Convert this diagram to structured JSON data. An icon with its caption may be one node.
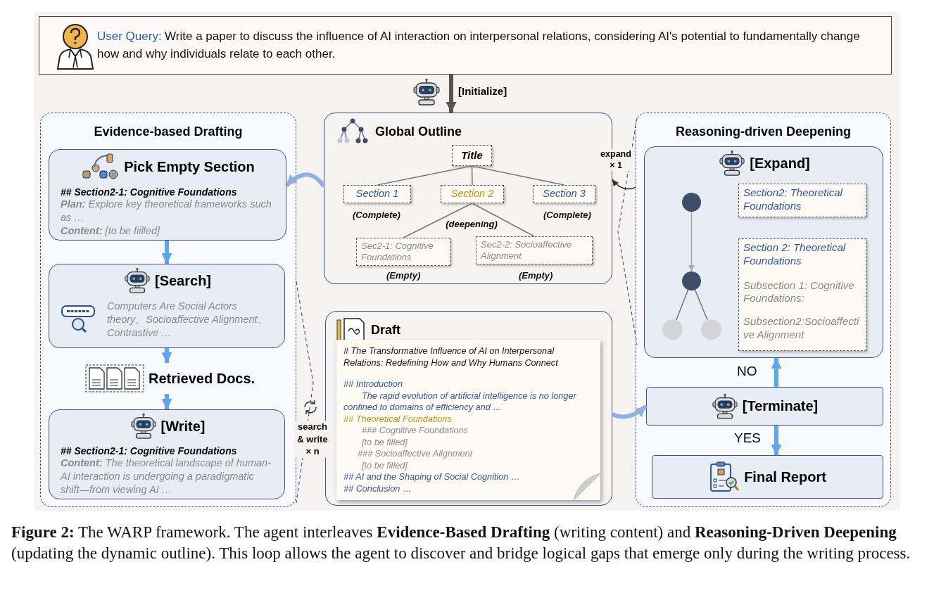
{
  "diagram": {
    "caption": "**Figure 2:** The WARP framework. The agent interleaves **Evidence-Based Drafting** (writing content) and **Reasoning-Driven Deepening** (updating the dynamic outline). This loop allows the agent to discover and bridge logical gaps that emerge only during the writing process.",
    "nodes": [
      {
        "text": [
          "User Query:",
          "Write a paper to discuss the influence of AI interaction on interpersonal relations, considering AI's potential to fundamentally change how and why individuals relate to each other."
        ]
      },
      {
        "text": [
          "Evidence-based Drafting"
        ]
      },
      {
        "text": [
          "Pick Empty Section",
          "## Section2-1: Cognitive Foundations",
          "**Plan:** Explore key theoretical frameworks such as …",
          "**Content:** [to be fiilled]"
        ],
        "in": 1
      },
      {
        "text": [
          "[Search]",
          "Computers Are Social Actors theory、Socioaffective Alignment、 Contrastive …"
        ],
        "in": 1
      },
      {
        "text": [
          "Retrieved Docs."
        ],
        "in": 1
      },
      {
        "text": [
          "[Write]",
          "## Section2-1: Cognitive Foundations",
          "**Content:** The theoretical landscape of human-AI interaction is undergoing a paradigmatic shift—from viewing AI …"
        ],
        "in": 1
      },
      {
        "text": [
          "Global Outline"
        ]
      },
      {
        "text": [
          "Title"
        ],
        "in": 6
      },
      {
        "text": [
          "Section 1"
        ],
        "in": 6,
        "beside": [
          "(Complete)"
        ]
      },
      {
        "text": [
          "Section 2"
        ],
        "in": 6
      },
      {
        "text": [
          "Section 3"
        ],
        "in": 6,
        "beside": [
          "(Complete)"
        ]
      },
      {
        "text": [
          "Sec2-1: Cognitive Foundations"
        ],
        "in": 6,
        "beside": [
          "(Empty)"
        ]
      },
      {
        "text": [
          "Sec2-2: Socioaffective Alignment"
        ],
        "in": 6,
        "beside": [
          "(Empty)"
        ]
      },
      {
        "text": [
          "Draft"
        ]
      },
      {
        "text": [
          "# The Transformative Influence of AI on Interpersonal Relations: Redefining How and Why Humans Connect",
          "## Introduction",
          "The rapid evolution of artificial intelligence is no longer confined to domains of efficiency and …",
          "## Theoretical Foundations",
          "### Cognitive Foundations",
          "[to be filled]",
          "### Socioaffective  Alignment",
          "[to be filled]",
          "## AI and the Shaping of Social Cognition …",
          "## Conclusion …"
        ],
        "in": 13
      },
      {
        "text": [
          "Reasoning-driven Deepening"
        ]
      },
      {
        "text": [
          "[Expand]"
        ],
        "in": 15
      },
      {
        "text": [],
        "shape": "circle",
        "in": 16
      },
      {
        "text": [],
        "shape": "circle",
        "in": 16
      },
      {
        "text": [],
        "shape": "circle",
        "in": 16
      },
      {
        "text": [],
        "shape": "circle",
        "in": 16
      },
      {
        "text": [
          "Section2: Theoretical Foundations"
        ],
        "in": 16
      },
      {
        "text": [
          "Section 2: Theoretical Foundations",
          "Subsection 1: Cognitive Foundations:",
          "Subsection2:Socioaffective Alignment"
        ],
        "in": 16
      },
      {
        "text": [
          "[Terminate]"
        ],
        "in": 15
      },
      {
        "text": [
          "Final Report"
        ],
        "in": 15
      }
    ],
    "edges": [
      {
        "from": 0,
        "to": 6,
        "arrow": "to",
        "label": "[Initialize]",
        "style": "thick",
        "color": "#555555"
      },
      {
        "from": 6,
        "to": 2,
        "arrow": "to",
        "style": "thick",
        "color": "#8fb0e3"
      },
      {
        "from": 2,
        "to": 3,
        "arrow": "to",
        "style": "thick",
        "color": "#5aa6f0"
      },
      {
        "from": 3,
        "to": 4,
        "arrow": "to",
        "style": "thick",
        "color": "#5aa6f0"
      },
      {
        "from": 4,
        "to": 5,
        "arrow": "to",
        "style": "thick",
        "color": "#5aa6f0"
      },
      {
        "from": 13,
        "to": 23,
        "arrow": "to",
        "style": "thick",
        "color": "#8fb0e3"
      },
      {
        "from": 23,
        "to": 16,
        "arrow": "to",
        "label": "NO",
        "style": "thick",
        "color": "#5aa6f0"
      },
      {
        "from": 23,
        "to": 24,
        "arrow": "to",
        "label": "YES",
        "style": "thick",
        "color": "#5aa6f0"
      },
      {
        "from": 7,
        "to": 8,
        "arrow": "none"
      },
      {
        "from": 7,
        "to": 9,
        "arrow": "none"
      },
      {
        "from": 7,
        "to": 10,
        "arrow": "none"
      },
      {
        "from": 9,
        "to": 11,
        "arrow": "none"
      },
      {
        "from": 9,
        "to": 12,
        "arrow": "none"
      },
      {
        "from": 17,
        "to": 18,
        "arrow": "to",
        "color": "#aaaaaa"
      },
      {
        "from": 18,
        "to": 19,
        "arrow": "none"
      },
      {
        "from": 18,
        "to": 20,
        "arrow": "none"
      },
      {
        "from": 15,
        "to": 6,
        "arrow": "to",
        "label": "expand × 1",
        "color": "#333333"
      }
    ],
    "labels": [
      "(deepening)",
      "search & write × n"
    ]
  }
}
